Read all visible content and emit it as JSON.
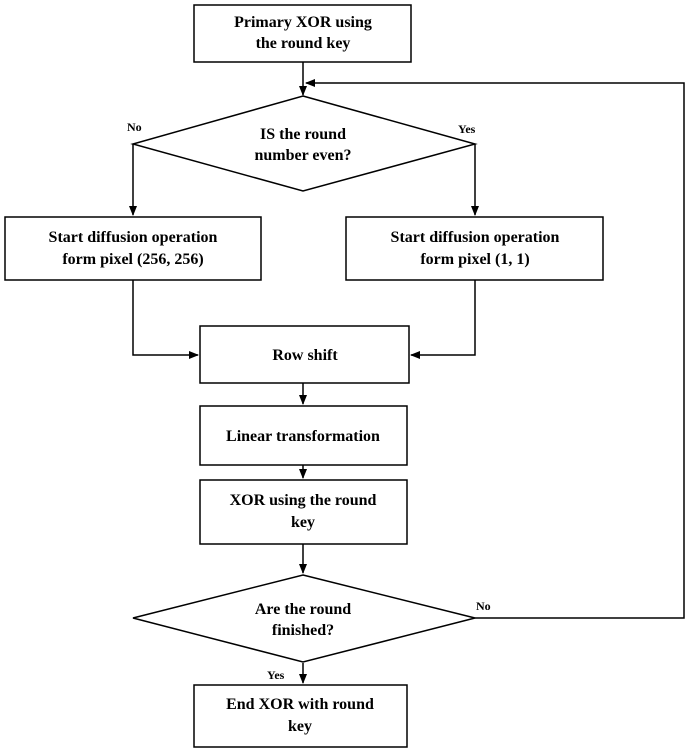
{
  "nodes": {
    "primary_xor": {
      "line1": "Primary XOR using",
      "line2": "the round key"
    },
    "is_even": {
      "line1": "IS the round",
      "line2": "number even?"
    },
    "diff_256": {
      "line1": "Start diffusion operation",
      "line2": "form pixel (256, 256)"
    },
    "diff_1": {
      "line1": "Start diffusion operation",
      "line2": "form pixel (1, 1)"
    },
    "row_shift": {
      "line1": "Row shift"
    },
    "linear": {
      "line1": "Linear transformation"
    },
    "xor_round": {
      "line1": "XOR using the round",
      "line2": "key"
    },
    "finished": {
      "line1": "Are the round",
      "line2": "finished?"
    },
    "end_xor": {
      "line1": "End XOR with round",
      "line2": "key"
    }
  },
  "edge_labels": {
    "even_no": "No",
    "even_yes": "Yes",
    "finished_no": "No",
    "finished_yes": "Yes"
  },
  "colors": {
    "stroke": "#000000",
    "fill": "#ffffff"
  }
}
